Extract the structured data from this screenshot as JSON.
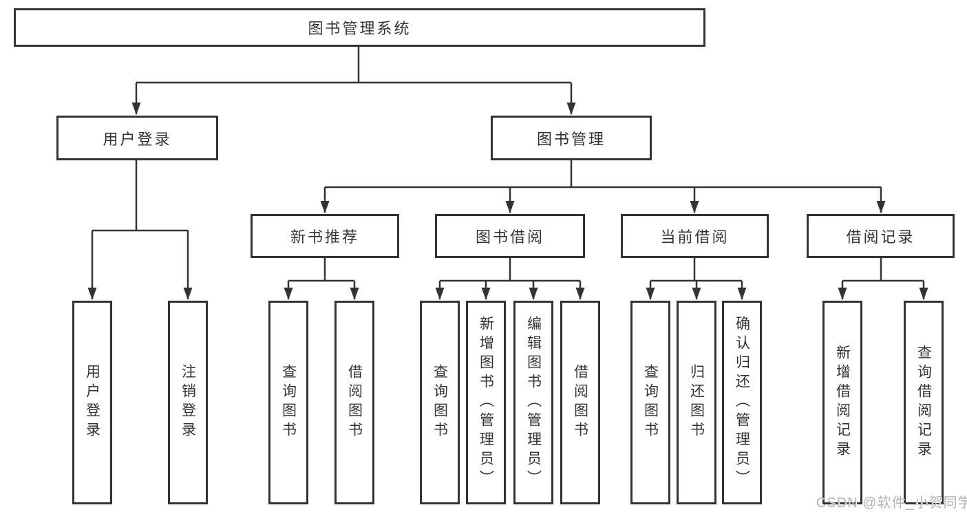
{
  "diagram": {
    "nodes": {
      "root": {
        "label": "图书管理系统"
      },
      "user_login": {
        "label": "用户登录"
      },
      "book_mgmt": {
        "label": "图书管理"
      },
      "new_book_rec": {
        "label": "新书推荐"
      },
      "book_borrow": {
        "label": "图书借阅"
      },
      "current_borrow": {
        "label": "当前借阅"
      },
      "borrow_record": {
        "label": "借阅记录"
      },
      "ul_login": {
        "label": "用户登录"
      },
      "ul_logout": {
        "label": "注销登录"
      },
      "nb_query": {
        "label": "查询图书"
      },
      "nb_borrow": {
        "label": "借阅图书"
      },
      "bb_query": {
        "label": "查询图书"
      },
      "bb_add": {
        "label": "新增图书（管理员）"
      },
      "bb_edit": {
        "label": "编辑图书（管理员）"
      },
      "bb_borrow": {
        "label": "借阅图书"
      },
      "cb_query": {
        "label": "查询图书"
      },
      "cb_return": {
        "label": "归还图书"
      },
      "cb_confirm": {
        "label": "确认归还（管理员）"
      },
      "br_add": {
        "label": "新增借阅记录"
      },
      "br_query": {
        "label": "查询借阅记录"
      }
    },
    "edges": [
      {
        "from": "root",
        "to": [
          "user_login",
          "book_mgmt"
        ]
      },
      {
        "from": "user_login",
        "to": [
          "ul_login",
          "ul_logout"
        ]
      },
      {
        "from": "book_mgmt",
        "to": [
          "new_book_rec",
          "book_borrow",
          "current_borrow",
          "borrow_record"
        ]
      },
      {
        "from": "new_book_rec",
        "to": [
          "nb_query",
          "nb_borrow"
        ]
      },
      {
        "from": "book_borrow",
        "to": [
          "bb_query",
          "bb_add",
          "bb_edit",
          "bb_borrow"
        ]
      },
      {
        "from": "current_borrow",
        "to": [
          "cb_query",
          "cb_return",
          "cb_confirm"
        ]
      },
      {
        "from": "borrow_record",
        "to": [
          "br_add",
          "br_query"
        ]
      }
    ]
  },
  "watermark": {
    "text": "CSDN @软件_小贺同学"
  },
  "colors": {
    "line": "#333333",
    "text": "#333333",
    "box_background": "#ffffff",
    "background": "#ffffff",
    "watermark": "#b3b3b3"
  }
}
